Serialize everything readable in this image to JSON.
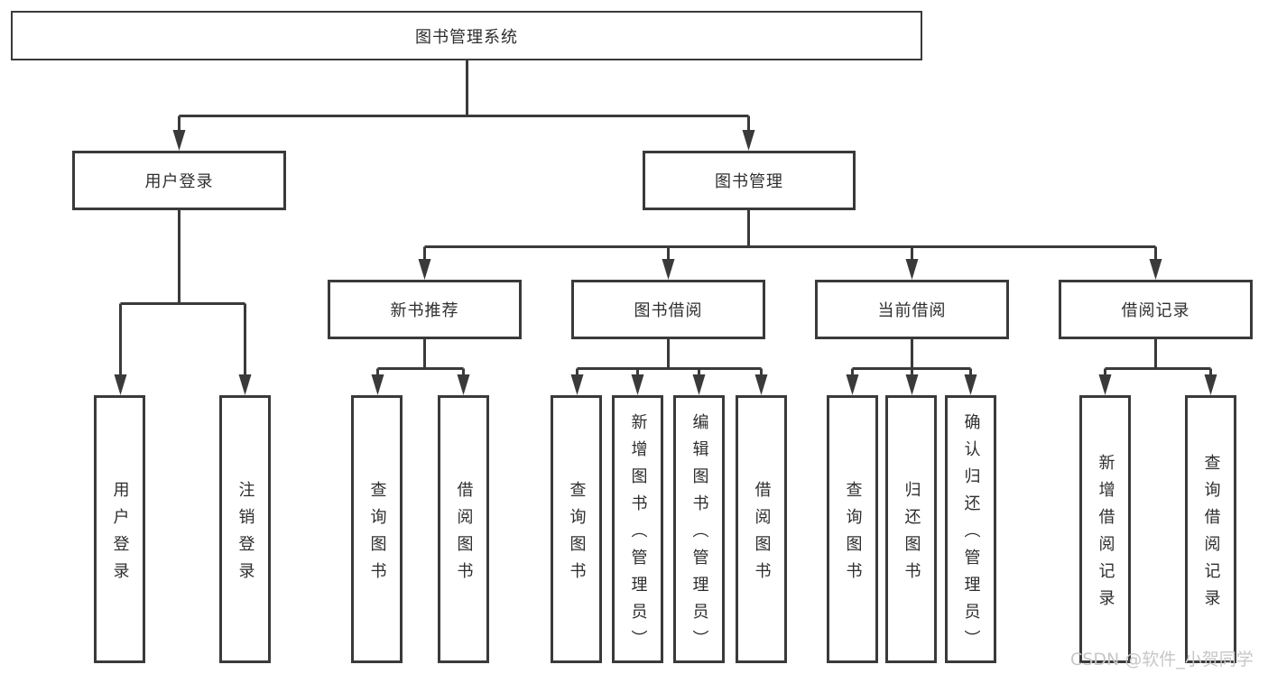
{
  "tree": {
    "root": {
      "label": "图书管理系统"
    },
    "branches": [
      {
        "label": "用户登录",
        "children": [
          {
            "label": "用户登录"
          },
          {
            "label": "注销登录"
          }
        ]
      },
      {
        "label": "图书管理",
        "children": [
          {
            "label": "新书推荐",
            "children": [
              {
                "label": "查询图书"
              },
              {
                "label": "借阅图书"
              }
            ]
          },
          {
            "label": "图书借阅",
            "children": [
              {
                "label": "查询图书"
              },
              {
                "label": "新增图书（管理员）"
              },
              {
                "label": "编辑图书（管理员）"
              },
              {
                "label": "借阅图书"
              }
            ]
          },
          {
            "label": "当前借阅",
            "children": [
              {
                "label": "查询图书"
              },
              {
                "label": "归还图书"
              },
              {
                "label": "确认归还（管理员）"
              }
            ]
          },
          {
            "label": "借阅记录",
            "children": [
              {
                "label": "新增借阅记录"
              },
              {
                "label": "查询借阅记录"
              }
            ]
          }
        ]
      }
    ]
  },
  "watermark": {
    "text": "CSDN @软件_小贺同学"
  },
  "colors": {
    "line": "#3a3a3a",
    "box_border": "#3a3a3a",
    "text": "#2e2e2e",
    "watermark": "#c7c7c7",
    "background": "#ffffff"
  }
}
